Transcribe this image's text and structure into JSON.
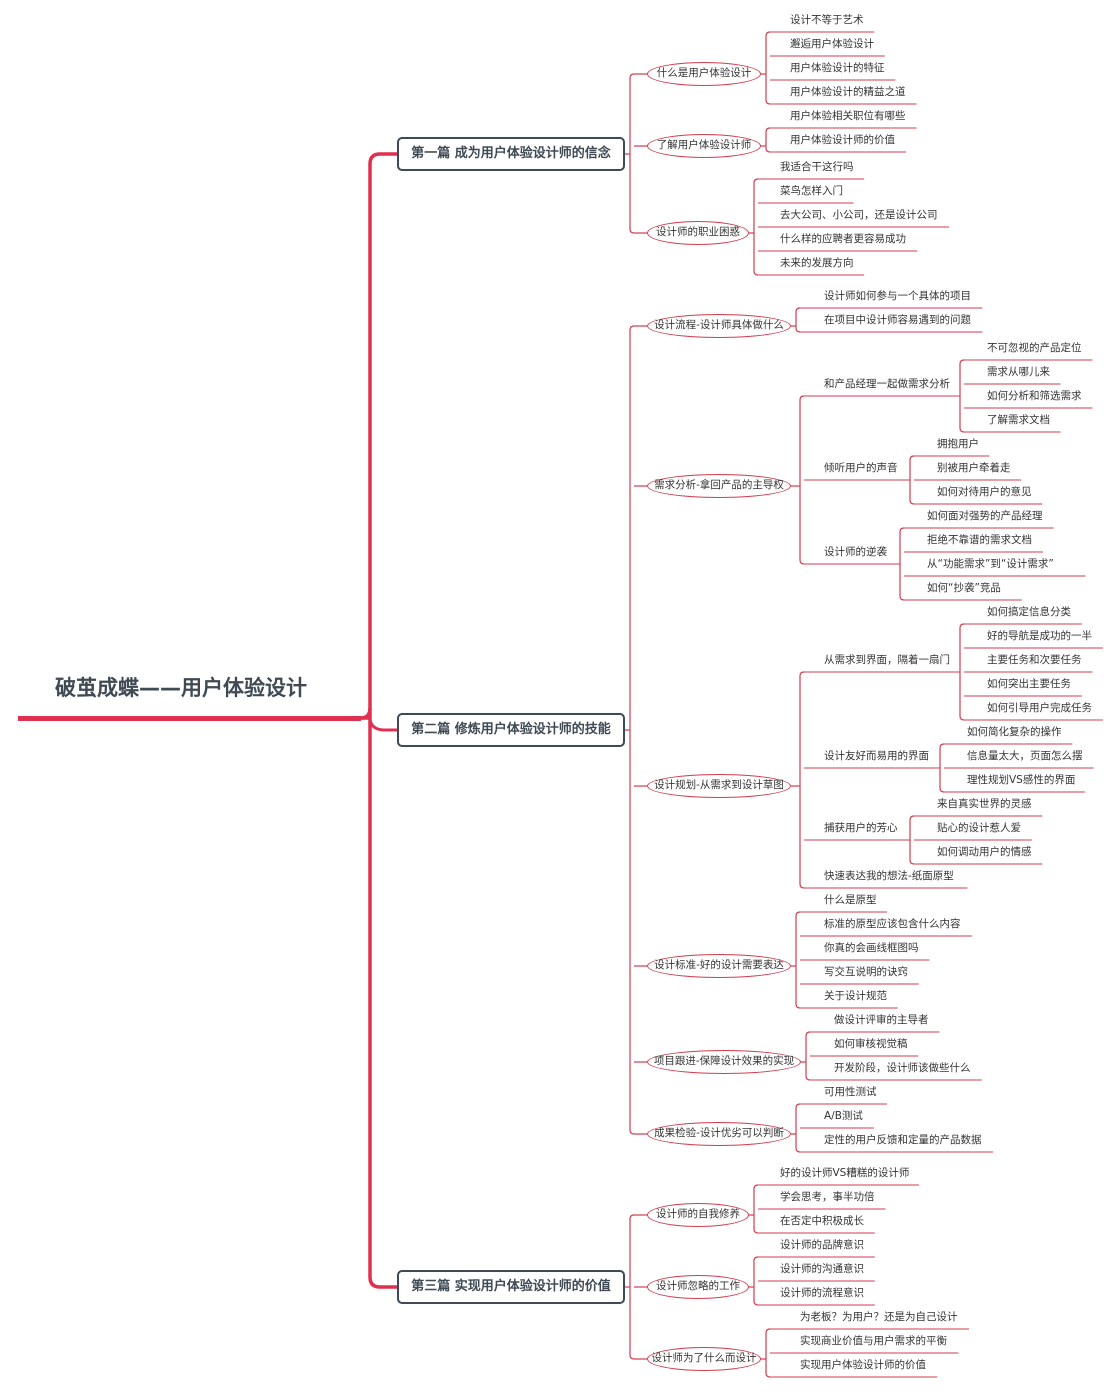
{
  "title": "破茧成蝶——用户体验设计",
  "parts": [
    {
      "title": "第一篇 成为用户体验设计师的信念",
      "chapters": [
        {
          "label": "什么是用户体验设计",
          "items": [
            "设计不等于艺术",
            "邂逅用户体验设计",
            "用户体验设计的特征",
            "用户体验设计的精益之道"
          ]
        },
        {
          "label": "了解用户体验设计师",
          "items": [
            "用户体验相关职位有哪些",
            "用户体验设计师的价值"
          ]
        },
        {
          "label": "设计师的职业困惑",
          "items": [
            "我适合干这行吗",
            "菜鸟怎样入门",
            "去大公司、小公司，还是设计公司",
            "什么样的应聘者更容易成功",
            "未来的发展方向"
          ]
        }
      ]
    },
    {
      "title": "第二篇 修炼用户体验设计师的技能",
      "chapters": [
        {
          "label": "设计流程-设计师具体做什么",
          "items": [
            "设计师如何参与一个具体的项目",
            "在项目中设计师容易遇到的问题"
          ]
        },
        {
          "label": "需求分析-拿回产品的主导权",
          "sections": [
            {
              "label": "和产品经理一起做需求分析",
              "items": [
                "不可忽视的产品定位",
                "需求从哪儿来",
                "如何分析和筛选需求",
                "了解需求文档"
              ]
            },
            {
              "label": "倾听用户的声音",
              "items": [
                "拥抱用户",
                "别被用户牵着走",
                "如何对待用户的意见"
              ]
            },
            {
              "label": "设计师的逆袭",
              "items": [
                "如何面对强势的产品经理",
                "拒绝不靠谱的需求文档",
                "从“功能需求”到“设计需求”",
                "如何“抄袭”竞品"
              ]
            }
          ]
        },
        {
          "label": "设计规划-从需求到设计草图",
          "sections": [
            {
              "label": "从需求到界面，隔着一扇门",
              "items": [
                "如何搞定信息分类",
                "好的导航是成功的一半",
                "主要任务和次要任务",
                "如何突出主要任务",
                "如何引导用户完成任务"
              ]
            },
            {
              "label": "设计友好而易用的界面",
              "items": [
                "如何简化复杂的操作",
                "信息量太大，页面怎么摆",
                "理性规划VS感性的界面"
              ]
            },
            {
              "label": "捕获用户的芳心",
              "items": [
                "来自真实世界的灵感",
                "贴心的设计惹人爱",
                "如何调动用户的情感"
              ]
            },
            {
              "label": "快速表达我的想法-纸面原型",
              "items": []
            }
          ]
        },
        {
          "label": "设计标准-好的设计需要表达",
          "items": [
            "什么是原型",
            "标准的原型应该包含什么内容",
            "你真的会画线框图吗",
            "写交互说明的诀窍",
            "关于设计规范"
          ]
        },
        {
          "label": "项目跟进-保障设计效果的实现",
          "items": [
            "做设计评审的主导者",
            "如何审核视觉稿",
            "开发阶段，设计师该做些什么"
          ]
        },
        {
          "label": "成果检验-设计优劣可以判断",
          "items": [
            "可用性测试",
            "A/B测试",
            "定性的用户反馈和定量的产品数据"
          ]
        }
      ]
    },
    {
      "title": "第三篇 实现用户体验设计师的价值",
      "chapters": [
        {
          "label": "设计师的自我修养",
          "items": [
            "好的设计师VS糟糕的设计师",
            "学会思考，事半功倍",
            "在否定中积极成长"
          ]
        },
        {
          "label": "设计师忽略的工作",
          "items": [
            "设计师的品牌意识",
            "设计师的沟通意识",
            "设计师的流程意识"
          ]
        },
        {
          "label": "设计师为了什么而设计",
          "items": [
            "为老板？为用户？还是为自己设计",
            "实现商业价值与用户需求的平衡",
            "实现用户体验设计师的价值"
          ]
        }
      ]
    }
  ],
  "colors": {
    "trunk": "#e0304f",
    "branch": "#d23c4e",
    "text": "#333333",
    "part_border": "#3f4a55"
  }
}
